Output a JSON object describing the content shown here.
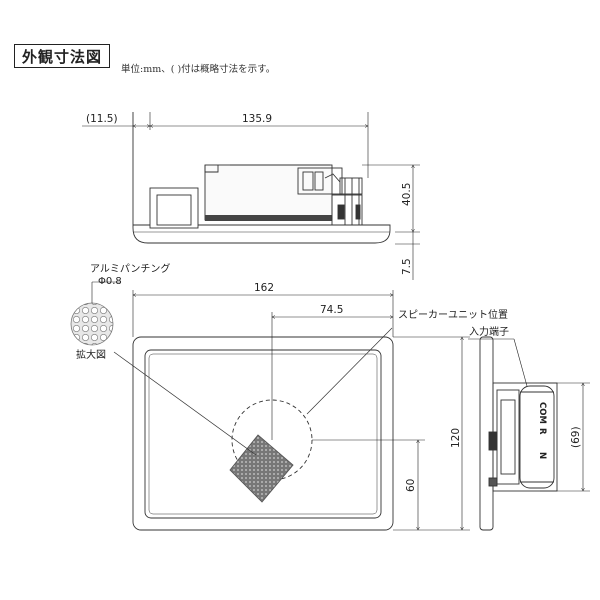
{
  "title": "外観寸法図",
  "unit_note": "単位:mm、( )付は概略寸法を示す。",
  "dimensions": {
    "side_offset": "(11.5)",
    "side_length": "135.9",
    "side_height": "40.5",
    "side_flange": "7.5",
    "front_width": "162",
    "speaker_offset": "74.5",
    "front_height": "120",
    "speaker_height": "60",
    "right_depth": "(69)"
  },
  "labels": {
    "aluminum_punching": "アルミパンチング",
    "hole_diameter": "Φ0.8",
    "enlarged_view": "拡大図",
    "speaker_unit_position": "スピーカーユニット位置",
    "input_terminal": "入力端子",
    "terminal_com": "COM",
    "terminal_r": "R",
    "terminal_n": "N"
  }
}
